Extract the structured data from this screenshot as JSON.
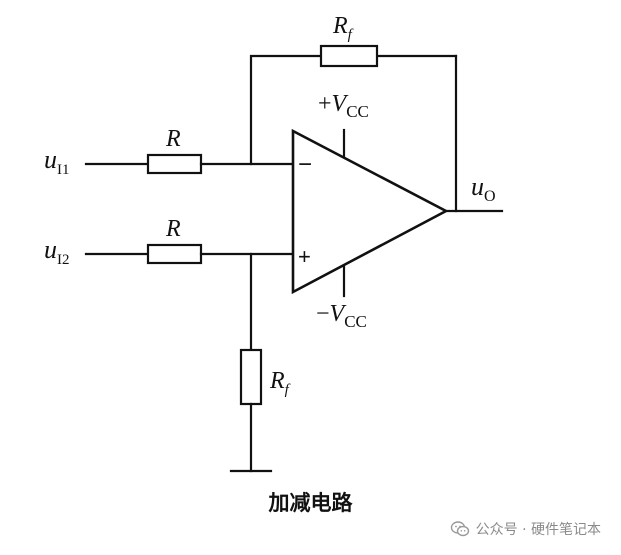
{
  "diagram": {
    "labels": {
      "rf_top": "R",
      "rf_top_sub": "f",
      "r_top": "R",
      "r_bottom": "R",
      "rf_ground": "R",
      "rf_ground_sub": "f",
      "vcc_pos_sign": "+",
      "vcc_neg_sign": "−",
      "v": "V",
      "vcc_sub": "CC",
      "input1": "u",
      "input1_sub": "I1",
      "input2": "u",
      "input2_sub": "I2",
      "output": "u",
      "output_sub": "O",
      "opamp_minus": "−",
      "opamp_plus": "+"
    },
    "caption": "加减电路"
  },
  "watermark": {
    "text": "公众号 · 硬件笔记本",
    "icon": "wechat-icon"
  }
}
